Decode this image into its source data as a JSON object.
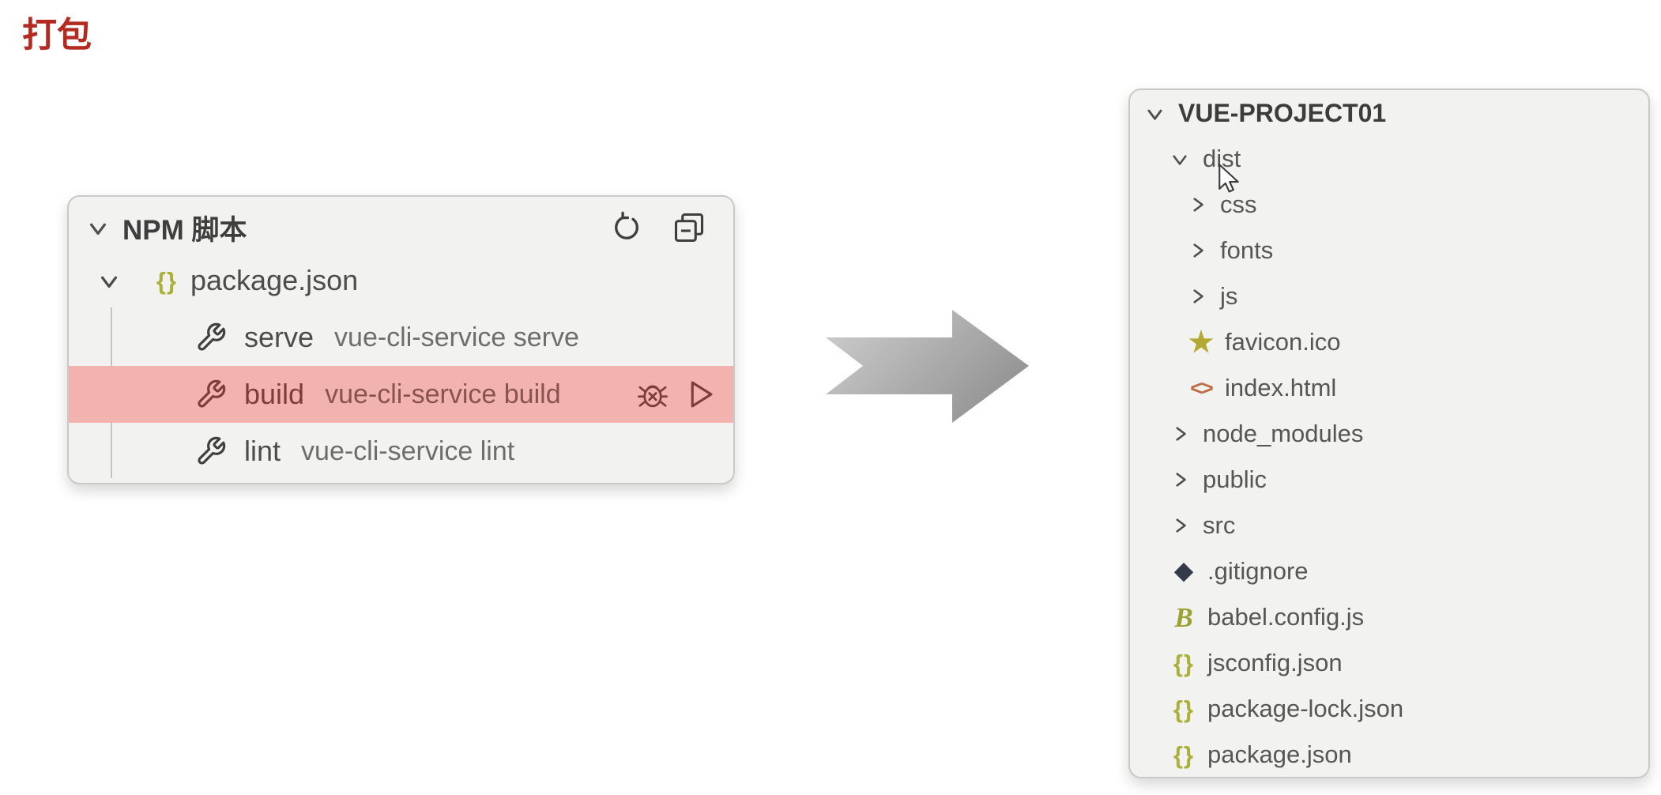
{
  "page": {
    "title": "打包"
  },
  "colors": {
    "title_red": "#b22a20",
    "panel_bg": "#f2f2f1",
    "panel_border": "#cbc9c6",
    "highlight_bg": "#f2b3af",
    "highlight_fg": "#7c3e3a",
    "json_icon": "#aab03a",
    "star_icon": "#b3a832",
    "html_icon": "#bf6a41",
    "git_icon": "#333b4a",
    "babel_icon": "#9ba232",
    "arrow_gray_light": "#d0d0d0",
    "arrow_gray_dark": "#949494"
  },
  "glyphs": {
    "json_braces": "{}",
    "html_brackets": "<>",
    "star": "★",
    "git_diamond": "◆",
    "babel_b": "B"
  },
  "npm_panel": {
    "title": "NPM 脚本",
    "file": {
      "label": "package.json"
    },
    "scripts": [
      {
        "name": "serve",
        "command": "vue-cli-service serve",
        "highlighted": false
      },
      {
        "name": "build",
        "command": "vue-cli-service build",
        "highlighted": true
      },
      {
        "name": "lint",
        "command": "vue-cli-service lint",
        "highlighted": false
      }
    ]
  },
  "explorer": {
    "root": "VUE-PROJECT01",
    "items": [
      {
        "label": "dist",
        "type": "folder-expanded",
        "level": 1
      },
      {
        "label": "css",
        "type": "folder-collapsed",
        "level": 2
      },
      {
        "label": "fonts",
        "type": "folder-collapsed",
        "level": 2
      },
      {
        "label": "js",
        "type": "folder-collapsed",
        "level": 2
      },
      {
        "label": "favicon.ico",
        "type": "file",
        "icon": "star-icon",
        "level": 2
      },
      {
        "label": "index.html",
        "type": "file",
        "icon": "html-icon",
        "level": 2
      },
      {
        "label": "node_modules",
        "type": "folder-collapsed",
        "level": 1
      },
      {
        "label": "public",
        "type": "folder-collapsed",
        "level": 1
      },
      {
        "label": "src",
        "type": "folder-collapsed",
        "level": 1
      },
      {
        "label": ".gitignore",
        "type": "file",
        "icon": "git-icon",
        "level": 1
      },
      {
        "label": "babel.config.js",
        "type": "file",
        "icon": "babel-icon",
        "level": 1
      },
      {
        "label": "jsconfig.json",
        "type": "file",
        "icon": "json-braces-icon",
        "level": 1
      },
      {
        "label": "package-lock.json",
        "type": "file",
        "icon": "json-braces-icon",
        "level": 1
      },
      {
        "label": "package.json",
        "type": "file",
        "icon": "json-braces-icon",
        "level": 1
      }
    ]
  }
}
